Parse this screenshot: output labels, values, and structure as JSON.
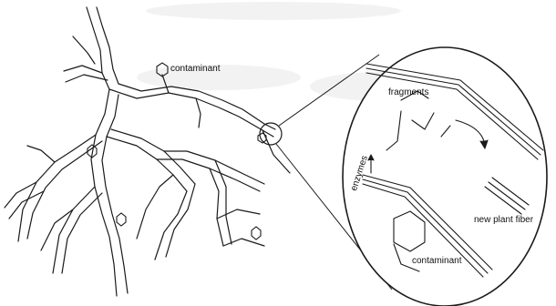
{
  "labels": {
    "contaminant_top": "contaminant",
    "fragments": "fragments",
    "enzymes": "enzymes",
    "new_plant_fiber": "new plant fiber",
    "contaminant_zoom": "contaminant"
  },
  "colors": {
    "line": "#1a1a1a",
    "background": "#ffffff",
    "watermark": "#f0f0f0"
  }
}
